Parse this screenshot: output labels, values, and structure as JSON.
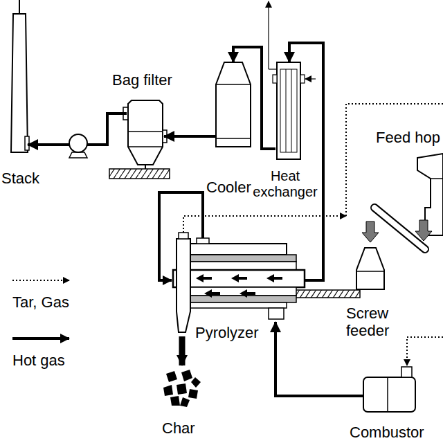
{
  "diagram": {
    "nodes": [
      {
        "text": [
          "Stack"
        ]
      },
      {
        "text": [
          "Bag filter"
        ]
      },
      {
        "text": [
          "Cooler"
        ]
      },
      {
        "text": [
          "Heat exchanger"
        ]
      },
      {
        "text": [
          "Feed hop"
        ]
      },
      {
        "text": [
          "Screw feeder"
        ]
      },
      {
        "text": [
          "Pyrolyzer"
        ]
      },
      {
        "text": [
          "Combustor"
        ]
      },
      {
        "text": [
          "Char"
        ]
      }
    ],
    "edges": [
      {
        "from": 7,
        "to": 6,
        "arrow": "to"
      },
      {
        "from": 6,
        "to": 3,
        "arrow": "to"
      },
      {
        "from": 3,
        "to": 2,
        "arrow": "to"
      },
      {
        "from": 2,
        "to": 1,
        "arrow": "to"
      },
      {
        "from": 1,
        "to": 0,
        "arrow": "to"
      },
      {
        "from": 6,
        "to": 8,
        "arrow": "to"
      }
    ],
    "legend": [
      {
        "text": "Tar, Gas"
      },
      {
        "text": "Hot gas"
      }
    ]
  }
}
